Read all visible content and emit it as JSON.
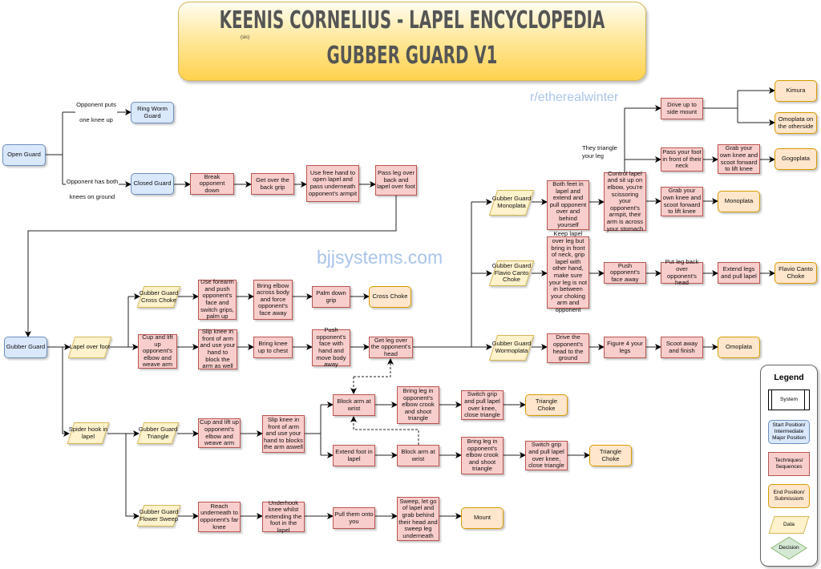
{
  "title": {
    "line1": "KEENIS CORNELIUS - LAPEL ENCYCLOPEDIA",
    "line2": "GUBBER GUARD V1",
    "sic": "(sic)"
  },
  "watermarks": {
    "reddit": "r/etherealwinter",
    "site": "bjjsystems.com"
  },
  "edge_labels": {
    "knee_up": "Opponent puts one knee up",
    "both_knees": "Opponent has both knees on ground",
    "they_triangle": "They triangle your leg"
  },
  "nodes": {
    "open_guard": "Open Guard",
    "ring_worm": "Ring Worm Guard",
    "closed_guard": "Closed Guard",
    "break_down": "Break opponent down",
    "back_grip": "Get over the back grip",
    "free_hand": "Use free hand to open lapel and pass underneath opponent's armpit",
    "pass_leg": "Pass leg over back and lapel over foot",
    "gubber_guard": "Gubber Guard",
    "lapel_over_foot": "Lapel over foot",
    "gg_cross_choke": "Gubber Guard Cross Choke",
    "use_forearm": "Use forearm and push opponent's face and switch grips, palm up",
    "bring_elbow": "Bring elbow across body and force opponent's face away",
    "palm_down": "Palm down grip",
    "cross_choke": "Cross Choke",
    "cup_lift1": "Cup and lift up opponent's elbow and weave arm",
    "slip_knee1": "Slip knee in front of arm and use your hand to block the arm as well",
    "bring_knee": "Bring knee up to chest",
    "push_face": "Push opponent's face with hand and move body away",
    "get_leg": "Get leg over the opponent's head",
    "gg_monoplata": "Gubber Guard Monoplata",
    "both_feet": "Both feet in lapel and extend and pull opponent over and behind yourself",
    "control_lapel": "Control lapel and sit up on elbow, you're scissoring your opponent's armpit, their arm is across your stomach",
    "drive_side": "Drive up to side mount",
    "pass_foot": "Pass your foot in front of their neck",
    "grab_knee1": "Grab your own knee and scoot forward to lift knee",
    "grab_knee2": "Grab your own knee and scoot forward to lift knee",
    "kimura": "Kimura",
    "omoplata_other": "Omoplata on the otherside",
    "gogoplata": "Gogoplata",
    "monoplata": "Monoplata",
    "gg_flavio": "Gubber Guard Flavio Canto Choke",
    "keep_lapel": "Keep lapel over leg but bring in front of neck, grip lapel with other hand, make sure your leg is not in between your choking arm and opponent",
    "push_away": "Push opponent's face away",
    "put_leg": "Put leg back over opponent's head",
    "extend_legs": "Extend legs and pull lapel",
    "flavio_choke": "Flavio Canto Choke",
    "gg_wormoplata": "Gubber Guard Wormoplata",
    "drive_head": "Drive the opponent's head to the ground",
    "figure4": "Figure 4 your legs",
    "scoot": "Scoot away and finish",
    "omoplata": "Omoplata",
    "spider_hook": "Spider hook in lapel",
    "gg_triangle": "Gubber Guard Triangle",
    "cup_lift2": "Cup and lift up opponent's elbow and weave arm",
    "slip_knee2": "Slip knee in front of arm and use your hand to blocks the arm aswell",
    "block_arm1": "Block arm at wrist",
    "bring_leg1": "Bring leg in opponent's elbow crook and shoot triangle",
    "switch1": "Switch grip and pull lapel over knee, close triangle",
    "tri_choke1": "Triangle Choke",
    "extend_foot": "Extend foot in lapel",
    "block_arm2": "Block arm at wrist",
    "bring_leg2": "Bring leg in opponent's elbow crook and shoot triangle",
    "switch2": "Switch grip and pull lapel over knee, close triangle",
    "tri_choke2": "Triangle Choke",
    "flower_sweep": "Gubber Guard Flower Sweep",
    "reach": "Reach underneath to opponent's far knee",
    "underhook": "Underhook knee whilst extending the foot in the lapel",
    "pull_onto": "Pull them onto you",
    "sweep": "Sweep, let go of lapel and grab behind their head and sweep leg underneath",
    "mount": "Mount"
  },
  "legend": {
    "title": "Legend",
    "system": "System",
    "start": "Start Position/ Intermediate Major Position",
    "tech": "Techniques/ Sequences",
    "end": "End Position/ Submissiom",
    "data": "Data",
    "decision": "Decision"
  },
  "colors": {
    "start": "#dae8fc",
    "technique": "#f8cecc",
    "end": "#ffe6cc",
    "data": "#fff2cc",
    "decision": "#d5e8d4",
    "watermark": "#a9c4eb"
  }
}
